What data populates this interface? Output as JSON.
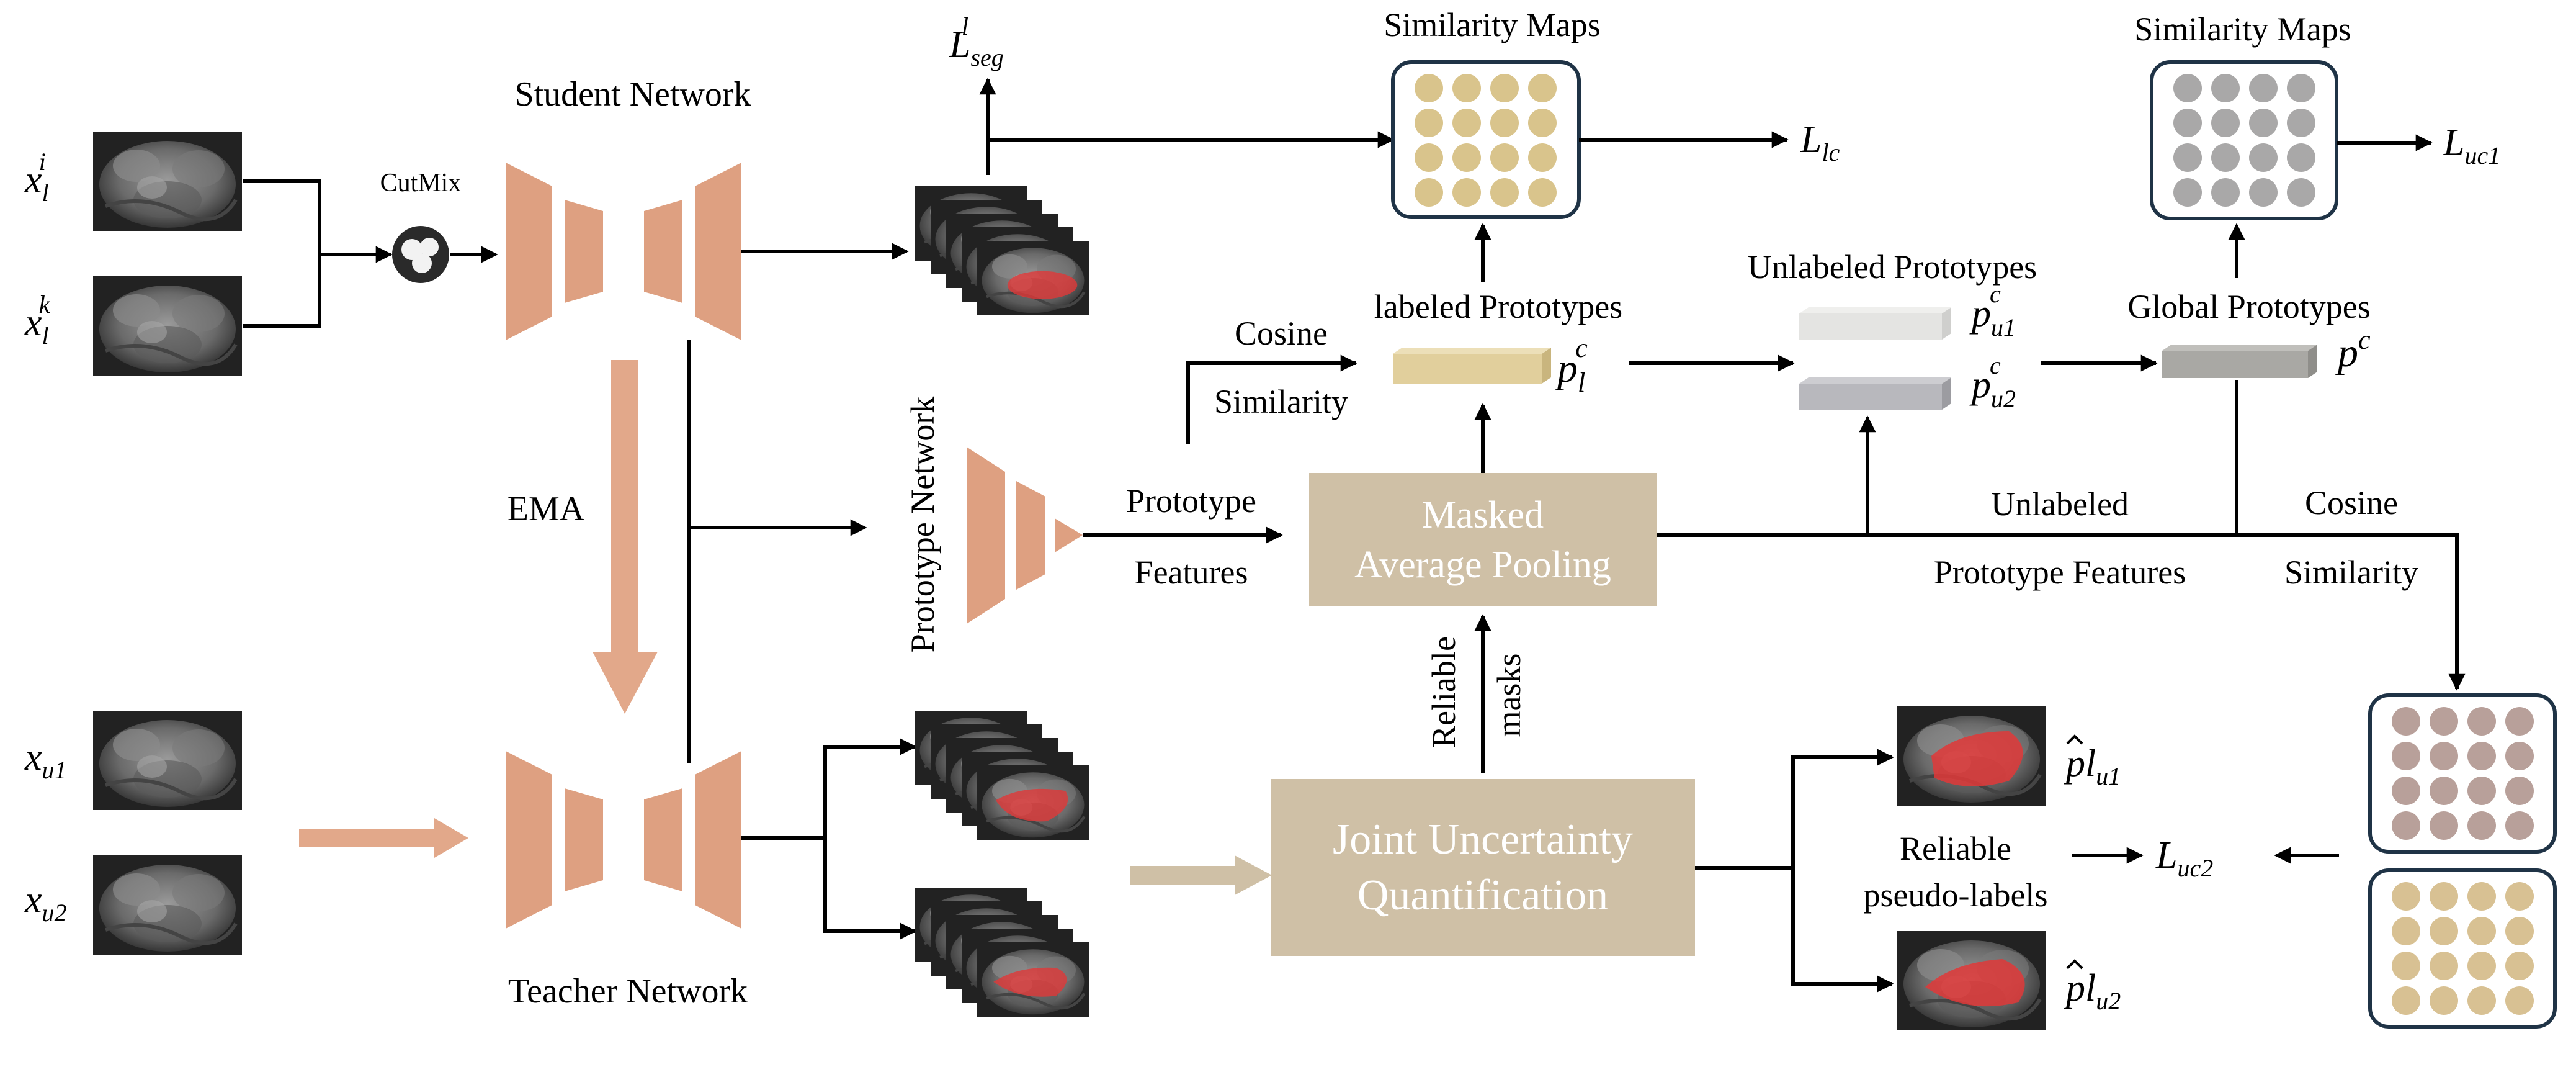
{
  "student_network": "Student Network",
  "teacher_network": "Teacher Network",
  "prototype_network": "Prototype Network",
  "cutmix": "CutMix",
  "ema": "EMA",
  "inputs": {
    "xl_i": {
      "base": "x",
      "sub": "l",
      "sup": "i"
    },
    "xl_k": {
      "base": "x",
      "sub": "l",
      "sup": "k"
    },
    "xu1": {
      "base": "x",
      "sub": "u1"
    },
    "xu2": {
      "base": "x",
      "sub": "u2"
    }
  },
  "losses": {
    "l_seg": {
      "base": "L",
      "sub": "seg",
      "sup": "l"
    },
    "l_lc": {
      "base": "L",
      "sub": "lc"
    },
    "l_uc1": {
      "base": "L",
      "sub": "uc1"
    },
    "l_uc2": {
      "base": "L",
      "sub": "uc2"
    }
  },
  "similarity_maps_1": "Similarity Maps",
  "similarity_maps_2": "Similarity Maps",
  "labeled_prototypes": "labeled Prototypes",
  "unlabeled_prototypes": "Unlabeled Prototypes",
  "global_prototypes": "Global Prototypes",
  "prototypes": {
    "p_l": {
      "base": "p",
      "sub": "l",
      "sup": "c"
    },
    "p_u1": {
      "base": "p",
      "sub": "u1",
      "sup": "c"
    },
    "p_u2": {
      "base": "p",
      "sub": "u2",
      "sup": "c"
    },
    "p_global": {
      "base": "p",
      "sup": "c"
    }
  },
  "cosine_similarity_1": {
    "line1": "Cosine",
    "line2": "Similarity"
  },
  "cosine_similarity_2": {
    "line1": "Cosine",
    "line2": "Similarity"
  },
  "prototype_features": {
    "line1": "Prototype",
    "line2": "Features"
  },
  "unlabeled_prototype_features": {
    "line1": "Unlabeled",
    "line2": "Prototype Features"
  },
  "masked_average_pooling": {
    "line1": "Masked",
    "line2": "Average Pooling"
  },
  "reliable_masks": {
    "word1": "Reliable",
    "word2": "masks"
  },
  "joint_uncertainty": {
    "line1": "Joint Uncertainty",
    "line2": "Quantification"
  },
  "reliable_pseudo_labels": {
    "line1": "Reliable",
    "line2": "pseudo-labels"
  },
  "pseudo_labels": {
    "pl_u1": {
      "base": "pl",
      "sub": "u1"
    },
    "pl_u2": {
      "base": "pl",
      "sub": "u2"
    }
  },
  "colors": {
    "network": "#dea081",
    "network_arrow": "#e2a88a",
    "block_fill": "#cfc0a6",
    "block_text": "#ffffff",
    "labeled_proto": "#e1cf9c",
    "unlabeled_proto_1": "#e4e4e2",
    "unlabeled_proto_2": "#b8b8bd",
    "global_proto": "#a9a8a4",
    "dots_gold": "#d9c48c",
    "dots_gray": "#a9a8a8",
    "dots_mauve": "#b8a09a",
    "dots_tan": "#d8c193",
    "panel_border": "#1f3346",
    "mask_red": "#e03838",
    "line": "#000000"
  }
}
